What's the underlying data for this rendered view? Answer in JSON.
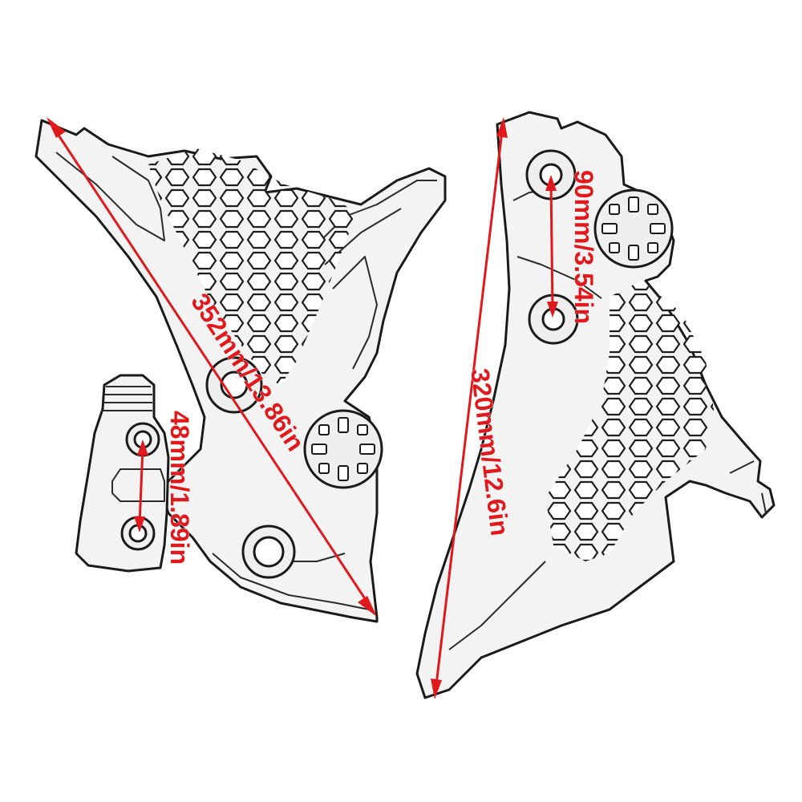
{
  "dimensions": {
    "left_length_label": "352mm/13.86in",
    "right_length_label": "320mm/12.6in",
    "right_hole_spacing_label": "90mm/3.54in",
    "left_hole_spacing_label": "48mm/1.89in"
  },
  "colors": {
    "dimension": "#e0191c",
    "outline": "#1a1a1a",
    "part_fill": "#f3f3f3",
    "background": "#ffffff"
  }
}
